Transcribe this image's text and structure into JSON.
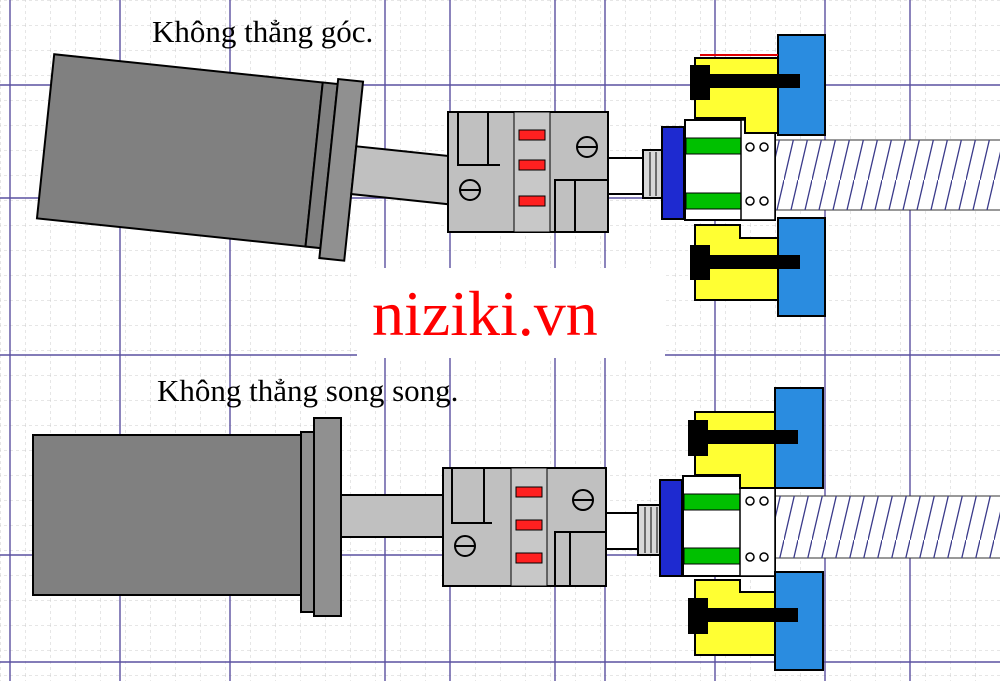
{
  "captions": {
    "top": "Không thẳng góc.",
    "bottom": "Không thẳng song song."
  },
  "watermark": "niziki.vn",
  "colors": {
    "grid_minor": "#c8c8c8",
    "grid_major": "#5a50a0",
    "motor": "#808080",
    "coupling": "#c0c0c0",
    "coupling_pad": "#ff2020",
    "bracket": "#ffff33",
    "housing": "#2a8ce0",
    "nut": "#1e2ad0",
    "spring": "#00c000",
    "watermark": "#ff0000"
  },
  "icons": {
    "panels": [
      "angular-misalignment-assembly",
      "parallel-misalignment-assembly"
    ]
  }
}
